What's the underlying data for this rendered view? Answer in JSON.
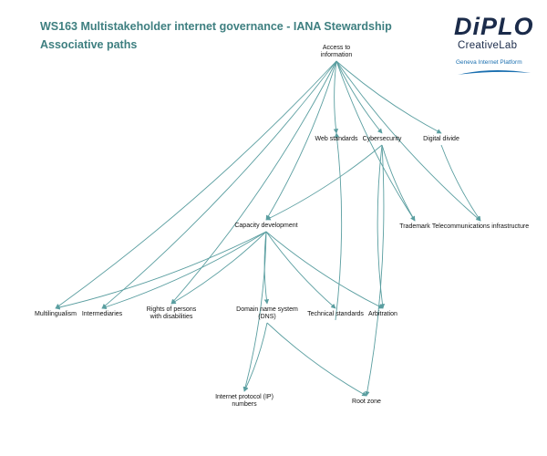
{
  "header": {
    "title_line1": "WS163 Multistakeholder internet governance - IANA Stewardship",
    "title_line2": "Associative paths"
  },
  "logo": {
    "word": "DiPLO",
    "sub": "CreativeLab",
    "tagline": "Geneva Internet Platform"
  },
  "colors": {
    "edge": "#5a9ea0",
    "title": "#3e7f80",
    "logo_dark": "#1b2b4a",
    "logo_blue": "#1a6fb0"
  },
  "nodes": [
    {
      "id": "access",
      "lines": [
        "Access to",
        "information"
      ]
    },
    {
      "id": "web",
      "lines": [
        "Web standards"
      ]
    },
    {
      "id": "cyber",
      "lines": [
        "Cybersecurity"
      ]
    },
    {
      "id": "divide",
      "lines": [
        "Digital divide"
      ]
    },
    {
      "id": "capacity",
      "lines": [
        "Capacity development"
      ]
    },
    {
      "id": "trademark",
      "lines": [
        "Trademark"
      ]
    },
    {
      "id": "telecom",
      "lines": [
        "Telecommunications infrastructure"
      ]
    },
    {
      "id": "multi",
      "lines": [
        "Multilingualism"
      ]
    },
    {
      "id": "inter",
      "lines": [
        "Intermediaries"
      ]
    },
    {
      "id": "rights",
      "lines": [
        "Rights of persons",
        "with disabilities"
      ]
    },
    {
      "id": "dns",
      "lines": [
        "Domain name system",
        "(DNS)"
      ]
    },
    {
      "id": "tech",
      "lines": [
        "Technical standards"
      ]
    },
    {
      "id": "arb",
      "lines": [
        "Arbitration"
      ]
    },
    {
      "id": "ip",
      "lines": [
        "Internet protocol (IP)",
        "numbers"
      ]
    },
    {
      "id": "root",
      "lines": [
        "Root zone"
      ]
    }
  ],
  "edges": [
    {
      "from": "access",
      "to": "web"
    },
    {
      "from": "access",
      "to": "cyber"
    },
    {
      "from": "access",
      "to": "divide"
    },
    {
      "from": "access",
      "to": "capacity"
    },
    {
      "from": "access",
      "to": "trademark"
    },
    {
      "from": "access",
      "to": "telecom"
    },
    {
      "from": "access",
      "to": "multi"
    },
    {
      "from": "access",
      "to": "inter"
    },
    {
      "from": "access",
      "to": "rights"
    },
    {
      "from": "cyber",
      "to": "capacity"
    },
    {
      "from": "cyber",
      "to": "trademark"
    },
    {
      "from": "cyber",
      "to": "arb"
    },
    {
      "from": "cyber",
      "to": "root"
    },
    {
      "from": "divide",
      "to": "telecom"
    },
    {
      "from": "tech",
      "to": "web"
    },
    {
      "from": "capacity",
      "to": "multi"
    },
    {
      "from": "capacity",
      "to": "inter"
    },
    {
      "from": "capacity",
      "to": "rights"
    },
    {
      "from": "capacity",
      "to": "dns"
    },
    {
      "from": "capacity",
      "to": "tech"
    },
    {
      "from": "capacity",
      "to": "arb"
    },
    {
      "from": "capacity",
      "to": "ip"
    },
    {
      "from": "dns",
      "to": "ip"
    },
    {
      "from": "dns",
      "to": "root"
    }
  ]
}
